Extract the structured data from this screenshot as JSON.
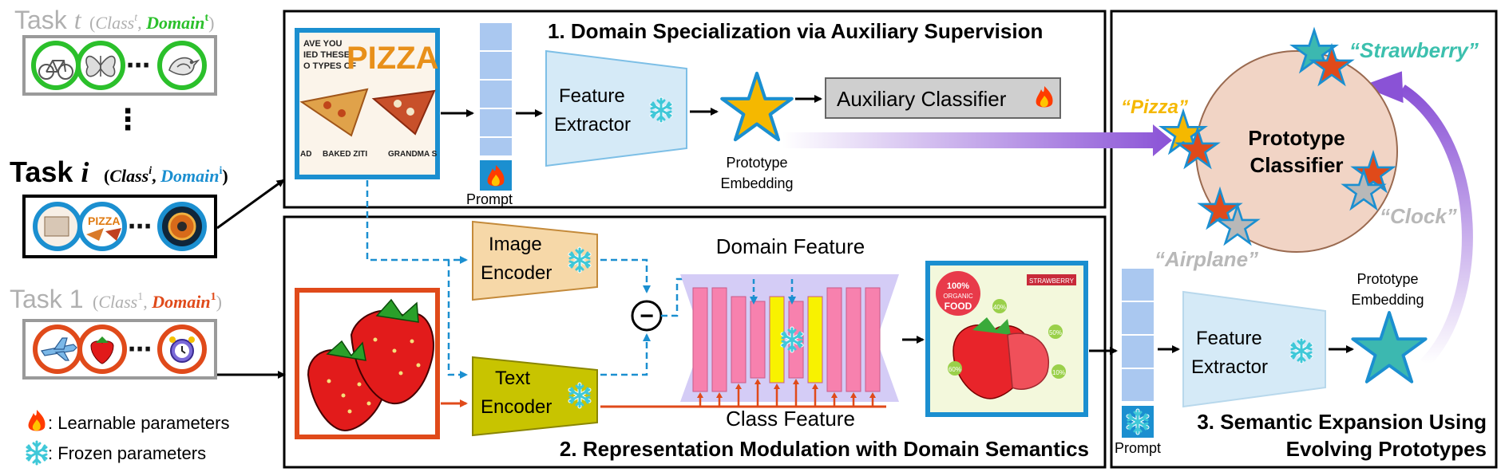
{
  "tasks": {
    "task_t": {
      "label": "Task",
      "var": "t",
      "class": "Class",
      "class_sup": "t",
      "domain": "Domain",
      "domain_sup": "t"
    },
    "task_i": {
      "label": "Task",
      "var": "i",
      "class": "Class",
      "class_sup": "i",
      "domain": "Domain",
      "domain_sup": "i"
    },
    "task_1": {
      "label": "Task 1",
      "class": "Class",
      "class_sup": "1",
      "domain": "Domain",
      "domain_sup": "1"
    },
    "ellipsis": "⋯",
    "vdots": "⋮"
  },
  "legend": {
    "learnable": ": Learnable parameters",
    "frozen": ": Frozen parameters"
  },
  "section1": {
    "title": "1. Domain Specialization via Auxiliary Supervision",
    "prompt": "Prompt",
    "feature_extractor": [
      "Feature",
      "Extractor"
    ],
    "prototype_embedding": [
      "Prototype",
      "Embedding"
    ],
    "auxiliary_classifier": "Auxiliary Classifier"
  },
  "pizza_poster": {
    "headline": "PIZZA",
    "small_lines": [
      "AVE YOU",
      "IED THESE",
      "O TYPES OF"
    ],
    "captions": [
      "AD",
      "BAKED ZITI",
      "GRANDMA S"
    ]
  },
  "section2": {
    "title": "2. Representation Modulation with Domain Semantics",
    "image_encoder": [
      "Image",
      "Encoder"
    ],
    "text_encoder": [
      "Text",
      "Encoder"
    ],
    "domain_feature": "Domain Feature",
    "class_feature": "Class Feature",
    "minus": "−"
  },
  "strawberry_poster": {
    "badge": [
      "100%",
      "ORGANIC",
      "FOOD"
    ],
    "tag": "STRAWBERRY",
    "pcts": [
      "40%",
      "50%",
      "60%",
      "10%"
    ]
  },
  "section3": {
    "title": [
      "3. Semantic Expansion Using",
      "Evolving Prototypes"
    ],
    "prompt": "Prompt",
    "feature_extractor": [
      "Feature",
      "Extractor"
    ],
    "prototype_embedding": [
      "Prototype",
      "Embedding"
    ],
    "prototype_classifier": [
      "Prototype",
      "Classifier"
    ],
    "labels": {
      "pizza": "“Pizza”",
      "strawberry": "“Strawberry”",
      "clock": "“Clock”",
      "airplane": "“Airplane”"
    }
  },
  "colors": {
    "task_t": "#2bc02b",
    "task_i": "#1b8fd0",
    "task_1": "#e04a1a",
    "frozen": "#3fc8d8",
    "learnable": "#ff3b00",
    "prompt_cell": "#aac8f0",
    "feature_extractor": "#d5eaf7",
    "image_encoder": "#f6d8a8",
    "text_encoder": "#c8c400",
    "bar": "#f781ae",
    "bar_highlight": "#f8f200",
    "arrow_purple": "#8a52d6",
    "classifier_fill": "#f1d4c5",
    "label_pizza": "#f5b800",
    "label_strawberry": "#3cc0ae",
    "label_clock": "#b0b0b0"
  }
}
